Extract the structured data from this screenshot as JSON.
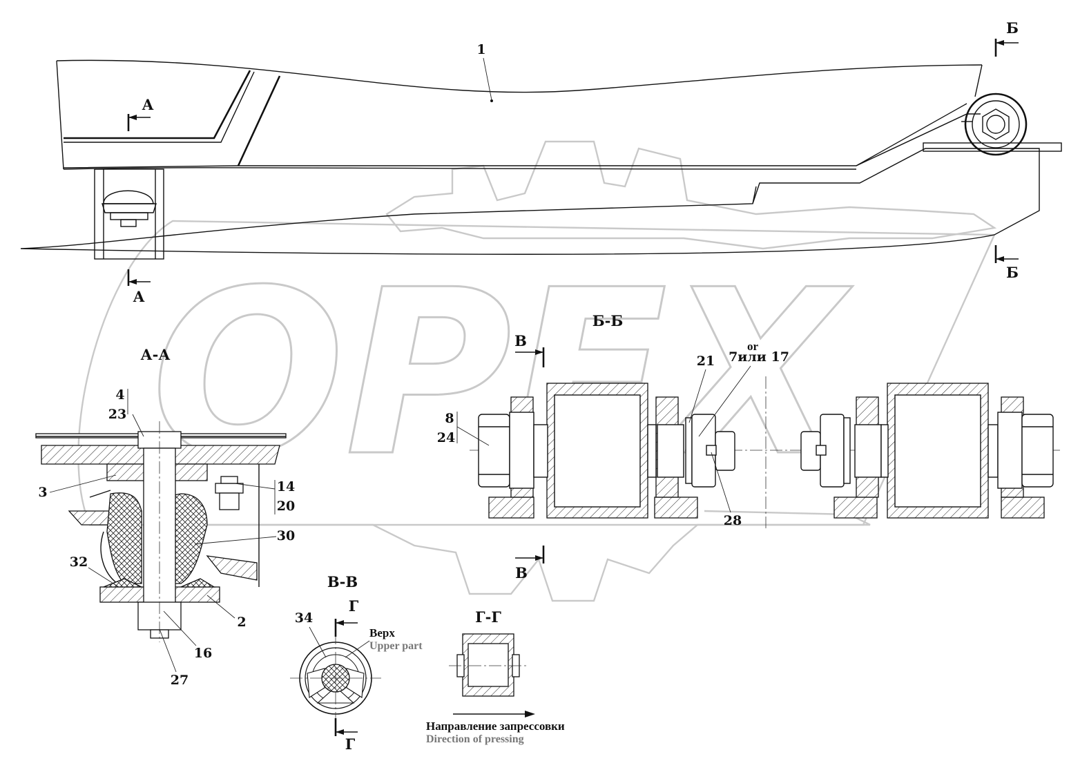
{
  "sections": {
    "a_a": "А-А",
    "b_b": "Б-Б",
    "v_v": "В-В",
    "g_g": "Г-Г"
  },
  "cut_markers": {
    "a": "А",
    "b": "Б",
    "v": "В",
    "g": "Г"
  },
  "callouts": {
    "c1": "1",
    "c2": "2",
    "c3": "3",
    "c4": "4",
    "c23": "23",
    "c14": "14",
    "c20": "20",
    "c30": "30",
    "c32": "32",
    "c16": "16",
    "c27": "27",
    "c8": "8",
    "c24": "24",
    "c21": "21",
    "c7_17": "7или 17",
    "c7_17_or": "or",
    "c28": "28",
    "c34": "34"
  },
  "notes": {
    "top_ru": "Верх",
    "top_en": "Upper part",
    "press_ru": "Направление запрессовки",
    "press_en": "Direction of pressing"
  },
  "watermark": "OPEX"
}
